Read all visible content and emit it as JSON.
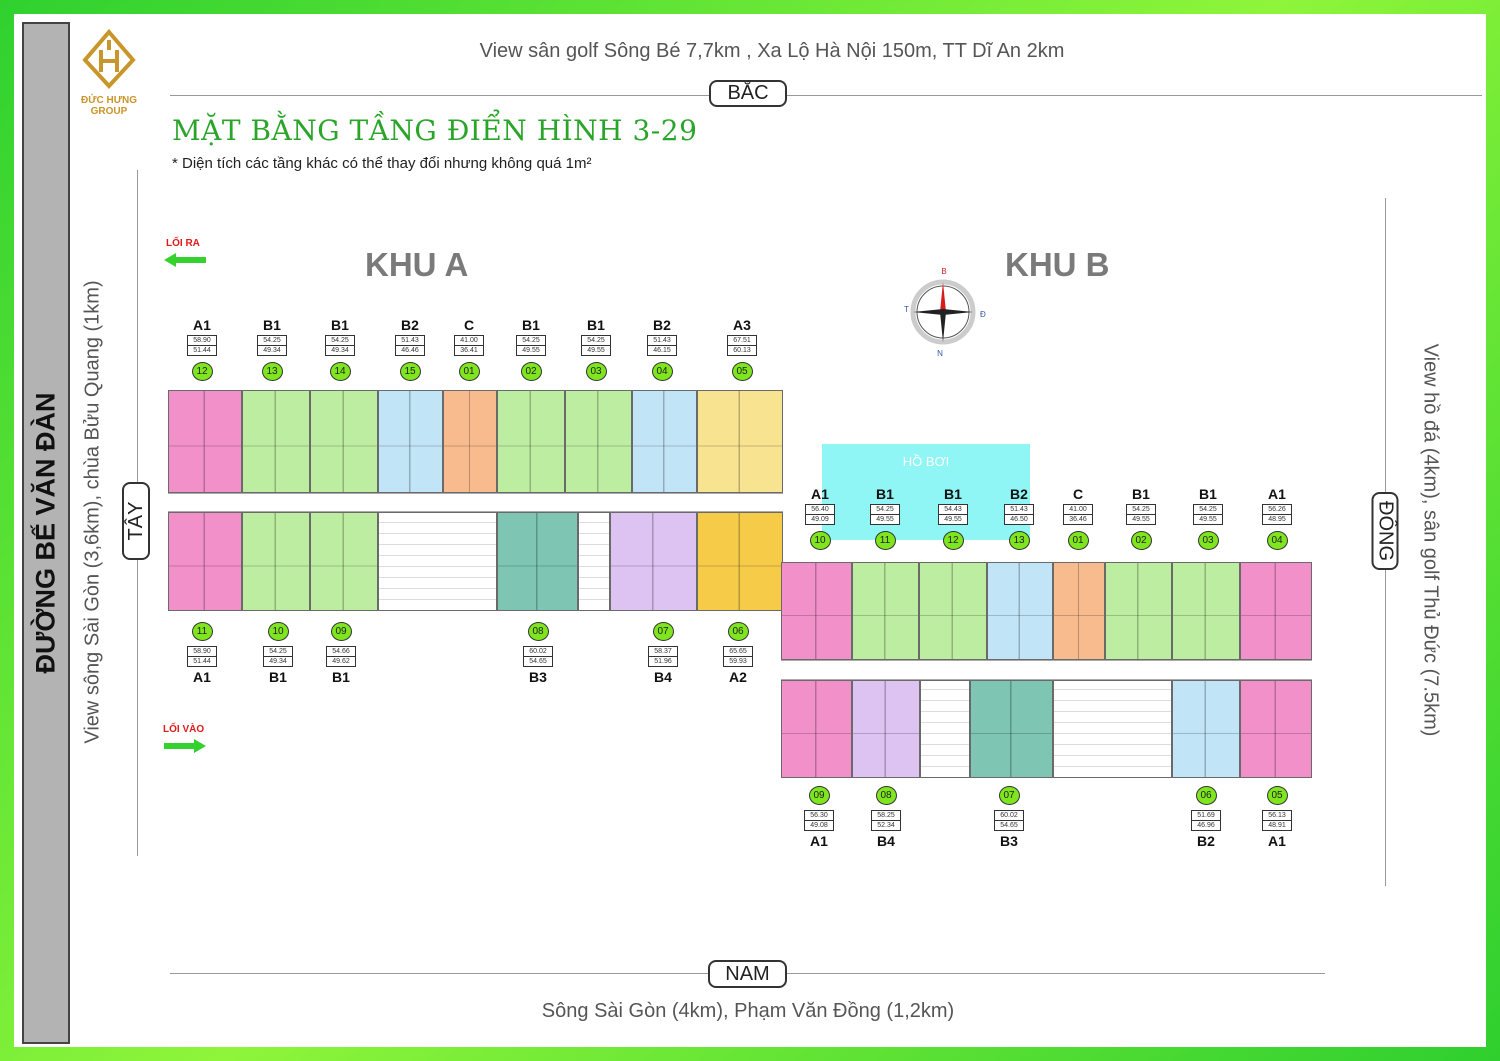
{
  "logo": {
    "brand": "ĐỨC HƯNG",
    "group": "GROUP"
  },
  "street": "ĐƯỜNG BẾ VĂN ĐÀN",
  "views": {
    "north": "View sân golf Sông Bé 7,7km , Xa Lộ Hà Nội 150m, TT Dĩ An 2km",
    "south": "Sông Sài Gòn (4km), Phạm Văn Đồng (1,2km)",
    "west": "View sông Sài Gòn (3,6km), chùa Bửu Quang (1km)",
    "east": "View hồ đá (4km), sân golf Thủ Đức (7.5km)"
  },
  "directions": {
    "north": "BẮC",
    "south": "NAM",
    "west": "TÂY",
    "east": "ĐÔNG"
  },
  "compass": {
    "n": "B",
    "s": "N",
    "w": "T",
    "e": "Đ"
  },
  "title": "MẶT BẰNG TẦNG ĐIỂN HÌNH 3-29",
  "subtitle": "* Diện tích các tầng khác có thể thay đổi nhưng không quá 1m²",
  "exit_label": "LỐI RA",
  "entry_label": "LỐI VÀO",
  "pool_label": "HỒ BƠI",
  "colors": {
    "A1": "#f291c9",
    "B1": "#bdeda0",
    "B2": "#c2e4f7",
    "C": "#f7bb8e",
    "A3": "#f8e391",
    "A2": "#f5cb48",
    "B3": "#7ec5b4",
    "B4": "#dcc3f2"
  },
  "khu_a": {
    "name": "KHU A",
    "top": [
      {
        "type": "A1",
        "gross": "58.90",
        "net": "51.44",
        "no": "12"
      },
      {
        "type": "B1",
        "gross": "54.25",
        "net": "49.34",
        "no": "13"
      },
      {
        "type": "B1",
        "gross": "54.25",
        "net": "49.34",
        "no": "14"
      },
      {
        "type": "B2",
        "gross": "51.43",
        "net": "46.46",
        "no": "15"
      },
      {
        "type": "C",
        "gross": "41.00",
        "net": "36.41",
        "no": "01"
      },
      {
        "type": "B1",
        "gross": "54.25",
        "net": "49.55",
        "no": "02"
      },
      {
        "type": "B1",
        "gross": "54.25",
        "net": "49.55",
        "no": "03"
      },
      {
        "type": "B2",
        "gross": "51.43",
        "net": "46.15",
        "no": "04"
      },
      {
        "type": "A3",
        "gross": "67.51",
        "net": "60.13",
        "no": "05"
      }
    ],
    "bottom": [
      {
        "type": "A1",
        "gross": "58.90",
        "net": "51.44",
        "no": "11"
      },
      {
        "type": "B1",
        "gross": "54.25",
        "net": "49.34",
        "no": "10"
      },
      {
        "type": "B1",
        "gross": "54.66",
        "net": "49.62",
        "no": "09"
      },
      {
        "type": "B3",
        "gross": "60.02",
        "net": "54.65",
        "no": "08"
      },
      {
        "type": "B4",
        "gross": "58.37",
        "net": "51.96",
        "no": "07"
      },
      {
        "type": "A2",
        "gross": "65.65",
        "net": "59.93",
        "no": "06"
      }
    ]
  },
  "khu_b": {
    "name": "KHU B",
    "top": [
      {
        "type": "A1",
        "gross": "56.40",
        "net": "49.09",
        "no": "10"
      },
      {
        "type": "B1",
        "gross": "54.25",
        "net": "49.55",
        "no": "11"
      },
      {
        "type": "B1",
        "gross": "54.43",
        "net": "49.55",
        "no": "12"
      },
      {
        "type": "B2",
        "gross": "51.43",
        "net": "46.50",
        "no": "13"
      },
      {
        "type": "C",
        "gross": "41.00",
        "net": "36.46",
        "no": "01"
      },
      {
        "type": "B1",
        "gross": "54.25",
        "net": "49.55",
        "no": "02"
      },
      {
        "type": "B1",
        "gross": "54.25",
        "net": "49.55",
        "no": "03"
      },
      {
        "type": "A1",
        "gross": "56.26",
        "net": "48.95",
        "no": "04"
      }
    ],
    "bottom": [
      {
        "type": "A1",
        "gross": "56.30",
        "net": "49.08",
        "no": "09"
      },
      {
        "type": "B4",
        "gross": "58.25",
        "net": "52.34",
        "no": "08"
      },
      {
        "type": "B3",
        "gross": "60.02",
        "net": "54.65",
        "no": "07"
      },
      {
        "type": "B2",
        "gross": "51.69",
        "net": "46.96",
        "no": "06"
      },
      {
        "type": "A1",
        "gross": "56.13",
        "net": "48.91",
        "no": "05"
      }
    ]
  }
}
